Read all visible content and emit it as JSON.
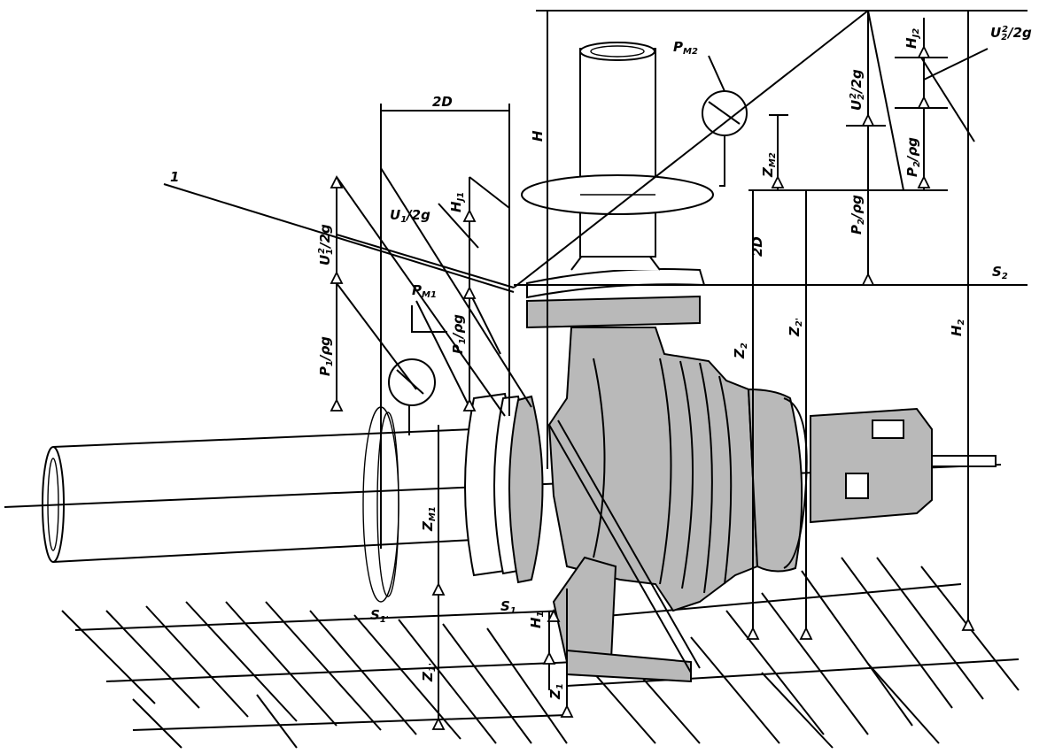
{
  "labels": {
    "ref_1": "1",
    "dim_2d_top": "2D",
    "dim_2d_right": "2D",
    "h_total": "H",
    "h_1": "H",
    "h_1_sub": "1",
    "h_2": "H",
    "h_2_sub": "2",
    "z_1": "Z",
    "z_1_sub": "1",
    "z_1_prime": "Z",
    "z_1_prime_sub": "1'",
    "z_2": "Z",
    "z_2_sub": "2",
    "z_2_prime": "Z",
    "z_2_prime_sub": "2'",
    "z_m1": "Z",
    "z_m1_sub": "M1",
    "z_m2": "Z",
    "z_m2_sub": "M2",
    "p_m1": "P",
    "p_m1_sub": "M1",
    "p_m2": "P",
    "p_m2_sub": "M2",
    "p1_rho_g_left": "P",
    "p1_rho_g_left_tail": "/ρg",
    "p1_rho_g_mid": "P",
    "p1_rho_g_mid_tail": "/ρg",
    "p2_rho_g_upper": "P",
    "p2_rho_g_upper_tail": "/ρg",
    "p2_rho_g_lower": "P",
    "p2_rho_g_lower_tail": "/ρg",
    "u1_head_sq": "U",
    "u1_head_sq_tail": "/2g",
    "u1_head": "U",
    "u1_head_tail": "/2g",
    "u2_head_sq": "U",
    "u2_head_sq_tail": "/2g",
    "u2_head_outer": "U",
    "u2_head_outer_tail": "/2g",
    "h_j1": "H",
    "h_j1_sub": "J1",
    "h_j2": "H",
    "h_j2_sub": "J2",
    "s_1": "S",
    "s_1_sub": "1",
    "s_1_prime": "S",
    "s_1_prime_sub": "1'",
    "s_2": "S",
    "s_2_sub": "2"
  }
}
